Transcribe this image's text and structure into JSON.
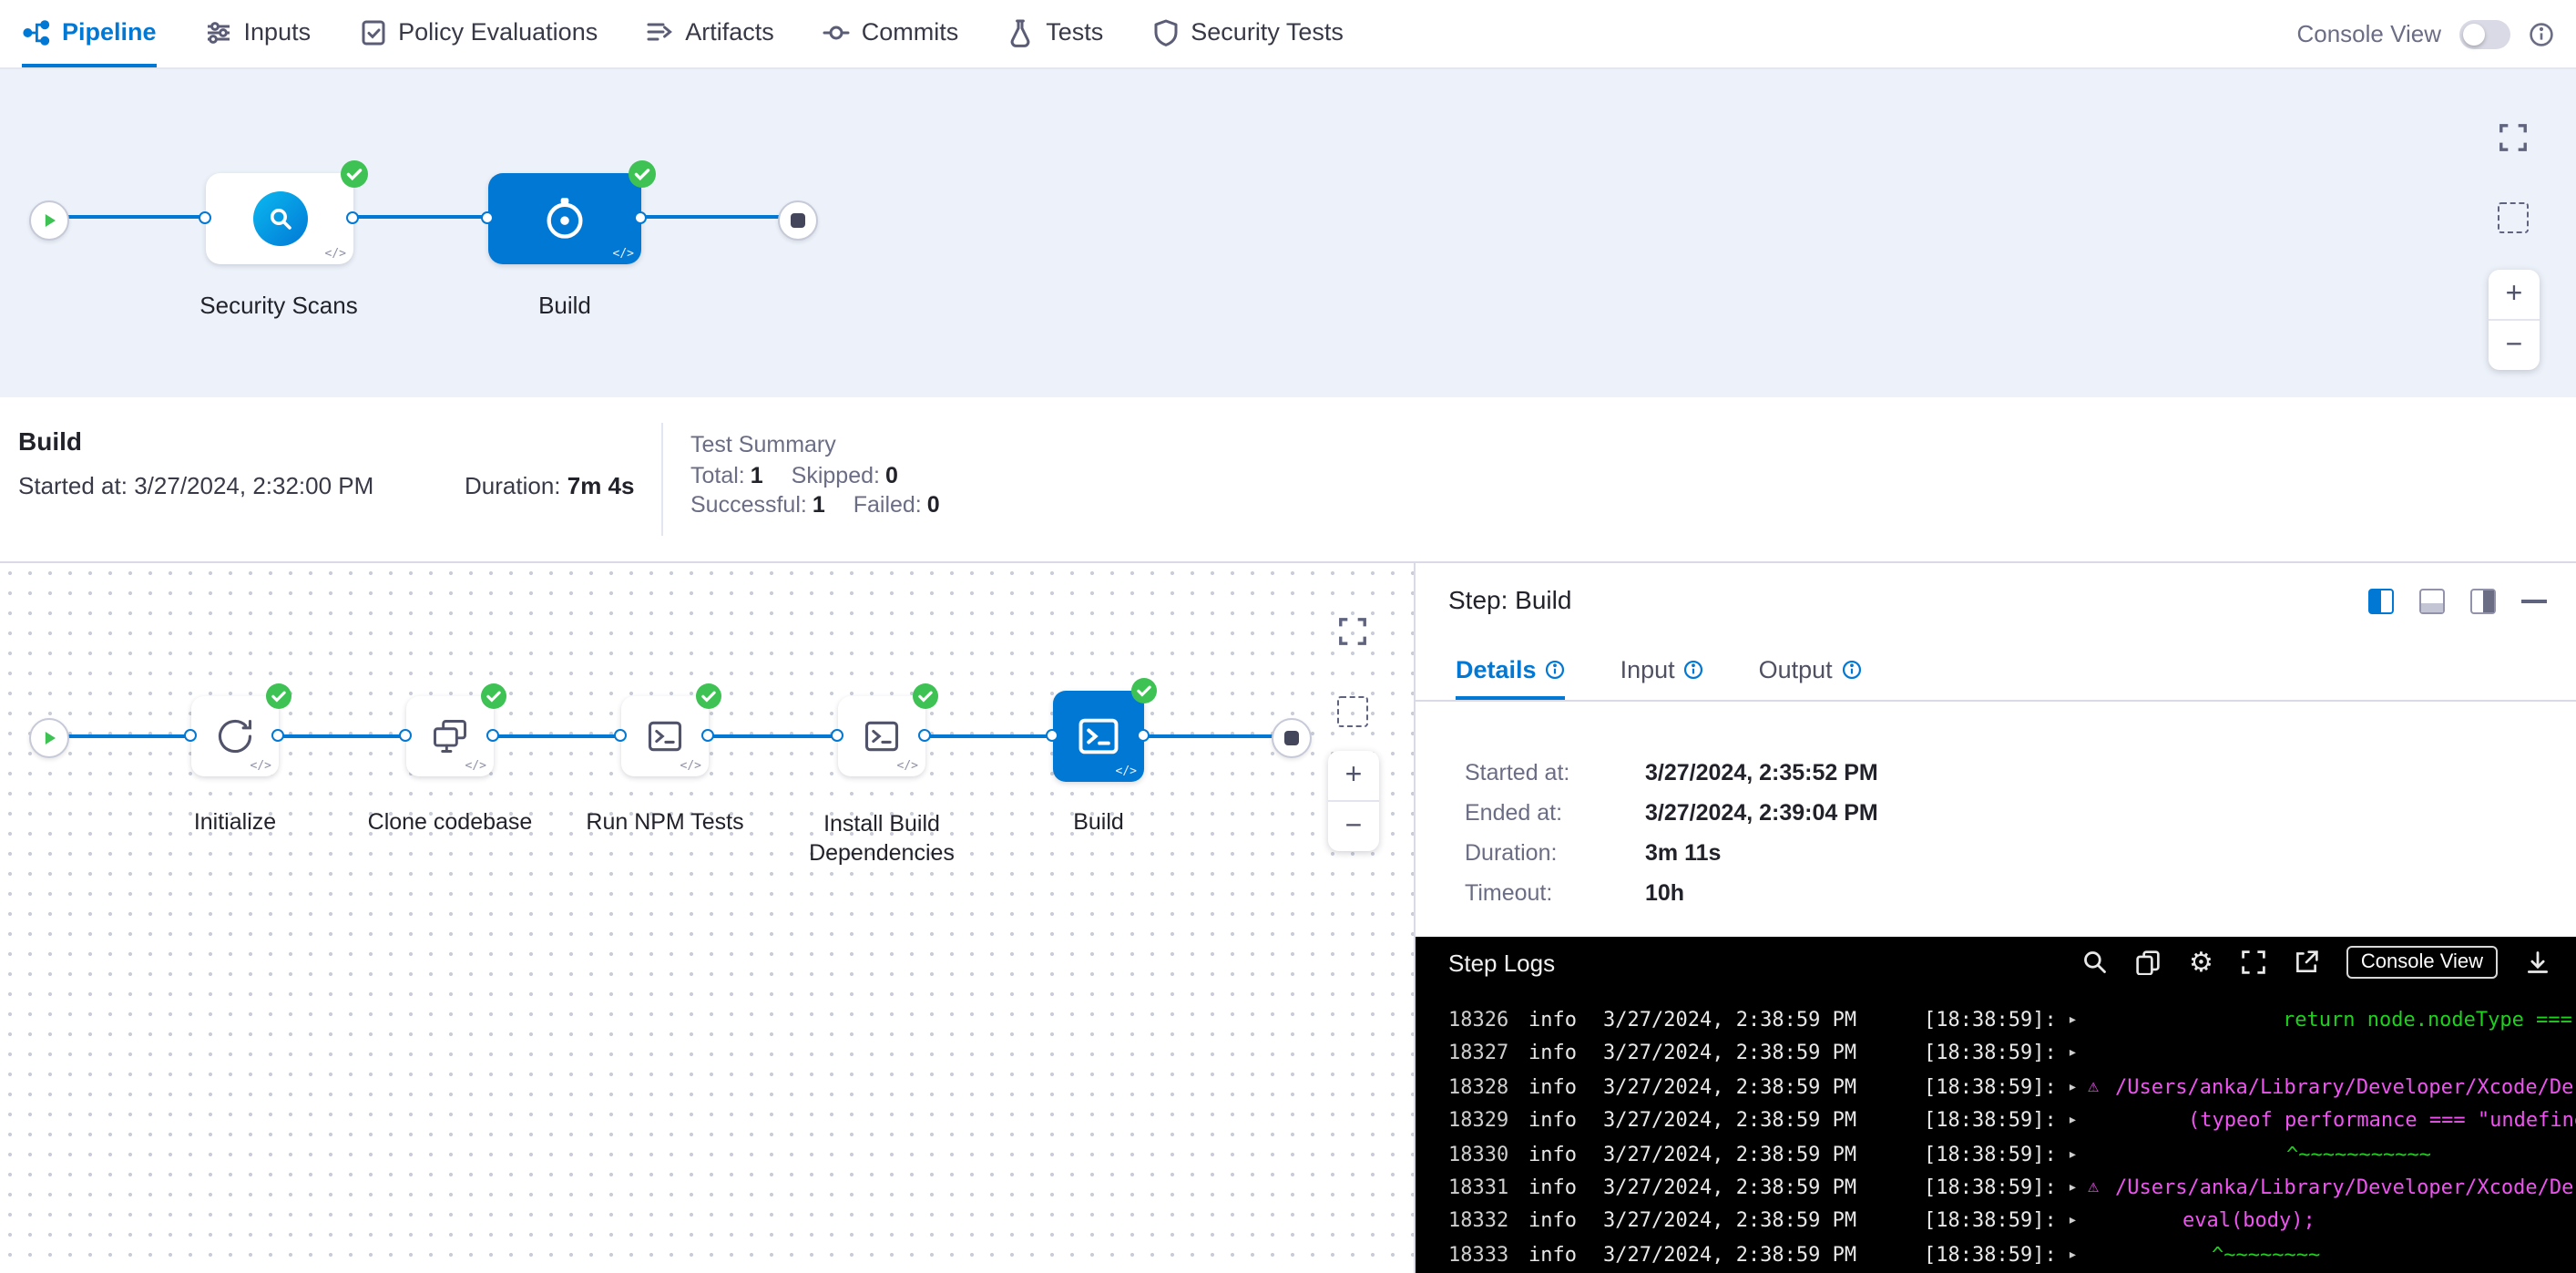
{
  "colors": {
    "primary": "#0278d5",
    "success": "#3dc253",
    "canvas-bg": "#edf2fa",
    "log-green": "#1dd11d",
    "log-pink": "#ee54f0"
  },
  "icons": {
    "caret": "▸",
    "warning": "⚠",
    "gear": "⚙",
    "plus": "+",
    "minus": "−",
    "code_glyph": "</>"
  },
  "nav": {
    "tabs": [
      {
        "label": "Pipeline",
        "active": true
      },
      {
        "label": "Inputs"
      },
      {
        "label": "Policy Evaluations"
      },
      {
        "label": "Artifacts"
      },
      {
        "label": "Commits"
      },
      {
        "label": "Tests"
      },
      {
        "label": "Security Tests"
      }
    ],
    "console_view_label": "Console View"
  },
  "stage_graph": {
    "stages": [
      {
        "name": "Security Scans",
        "status": "success"
      },
      {
        "name": "Build",
        "status": "success",
        "selected": true
      }
    ]
  },
  "summary": {
    "title": "Build",
    "started_label": "Started at:",
    "started": "3/27/2024, 2:32:00 PM",
    "duration_label": "Duration:",
    "duration": "7m 4s",
    "test_summary": {
      "title": "Test Summary",
      "total_label": "Total:",
      "total": "1",
      "skipped_label": "Skipped:",
      "skipped": "0",
      "successful_label": "Successful:",
      "successful": "1",
      "failed_label": "Failed:",
      "failed": "0"
    }
  },
  "step_graph": {
    "steps": [
      {
        "name": "Initialize",
        "status": "success"
      },
      {
        "name": "Clone codebase",
        "status": "success"
      },
      {
        "name": "Run NPM Tests",
        "status": "success"
      },
      {
        "name": "Install Build Dependencies",
        "status": "success"
      },
      {
        "name": "Build",
        "status": "success",
        "selected": true
      }
    ]
  },
  "step_panel": {
    "title": "Step: Build",
    "tabs": [
      "Details",
      "Input",
      "Output"
    ],
    "details": [
      {
        "label": "Started at:",
        "value": "3/27/2024, 2:35:52 PM"
      },
      {
        "label": "Ended at:",
        "value": "3/27/2024, 2:39:04 PM"
      },
      {
        "label": "Duration:",
        "value": "3m 11s"
      },
      {
        "label": "Timeout:",
        "value": "10h"
      }
    ]
  },
  "logs": {
    "title": "Step Logs",
    "console_view_label": "Console View",
    "rows": [
      {
        "num": "18326",
        "level": "info",
        "date": "3/27/2024, 2:38:59 PM",
        "time": "[18:38:59]:",
        "warning": false,
        "color": "green",
        "content": "return node.nodeType ==="
      },
      {
        "num": "18327",
        "level": "info",
        "date": "3/27/2024, 2:38:59 PM",
        "time": "[18:38:59]:",
        "warning": false,
        "color": "green",
        "content": ""
      },
      {
        "num": "18328",
        "level": "info",
        "date": "3/27/2024, 2:38:59 PM",
        "time": "[18:38:59]:",
        "warning": true,
        "color": "pink",
        "content": "/Users/anka/Library/Developer/Xcode/De"
      },
      {
        "num": "18329",
        "level": "info",
        "date": "3/27/2024, 2:38:59 PM",
        "time": "[18:38:59]:",
        "warning": false,
        "color": "pink",
        "content": "(typeof performance === \"undefine"
      },
      {
        "num": "18330",
        "level": "info",
        "date": "3/27/2024, 2:38:59 PM",
        "time": "[18:38:59]:",
        "warning": false,
        "color": "green",
        "content": "^~~~~~~~~~~~"
      },
      {
        "num": "18331",
        "level": "info",
        "date": "3/27/2024, 2:38:59 PM",
        "time": "[18:38:59]:",
        "warning": true,
        "color": "pink",
        "content": "/Users/anka/Library/Developer/Xcode/De"
      },
      {
        "num": "18332",
        "level": "info",
        "date": "3/27/2024, 2:38:59 PM",
        "time": "[18:38:59]:",
        "warning": false,
        "color": "pink",
        "content": "eval(body);"
      },
      {
        "num": "18333",
        "level": "info",
        "date": "3/27/2024, 2:38:59 PM",
        "time": "[18:38:59]:",
        "warning": false,
        "color": "green",
        "content": "^~~~~~~~~"
      }
    ]
  }
}
